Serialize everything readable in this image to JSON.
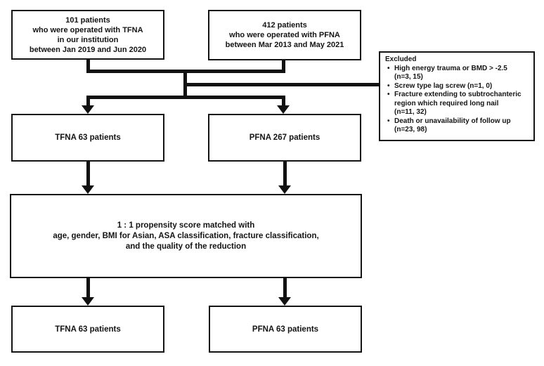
{
  "flowchart": {
    "top_left_box": {
      "text": "101 patients\nwho were operated with TFNA\nin our institution\nbetween Jan 2019 and Jun 2020"
    },
    "top_right_box": {
      "text": "412 patients\nwho were operated with PFNA\nbetween Mar 2013 and May 2021"
    },
    "excluded_box": {
      "title": "Excluded",
      "bullet": "•",
      "items": [
        "High energy trauma or BMD > -2.5\n(n=3, 15)",
        "Screw type lag screw (n=1, 0)",
        "Fracture extending to subtrochanteric\nregion which required long nail\n(n=11, 32)",
        "Death or unavailability of follow up\n(n=23, 98)"
      ]
    },
    "mid_left_box": {
      "text": "TFNA 63 patients"
    },
    "mid_right_box": {
      "text": "PFNA 267 patients"
    },
    "matching_box": {
      "text": "1 : 1 propensity score matched with\nage, gender, BMI for Asian, ASA classification, fracture classification,\nand the quality of the reduction"
    },
    "bottom_left_box": {
      "text": "TFNA 63 patients"
    },
    "bottom_right_box": {
      "text": "PFNA 63 patients"
    }
  },
  "colors": {
    "background": "#ffffff",
    "border": "#141414",
    "line": "#111111",
    "text": "#141414"
  }
}
